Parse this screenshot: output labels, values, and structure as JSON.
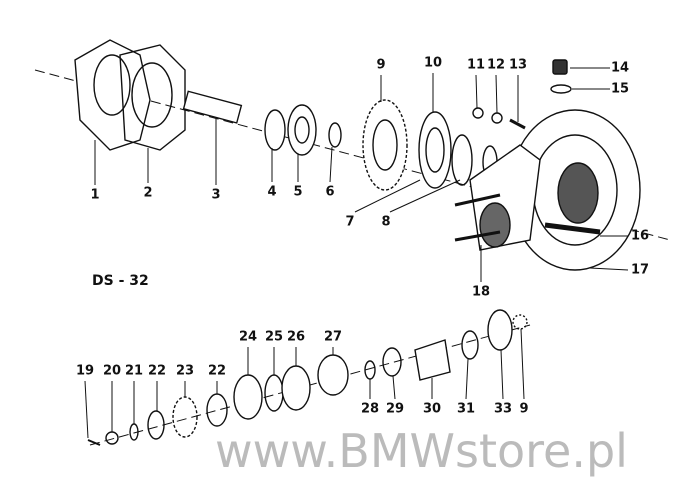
{
  "diagram_title": "DS - 32",
  "watermark": "www.BMWstore.pl",
  "upper_labels": [
    "1",
    "2",
    "3",
    "4",
    "5",
    "6",
    "7",
    "8",
    "9",
    "10",
    "11",
    "12",
    "13",
    "14",
    "15",
    "16",
    "17",
    "18"
  ],
  "lower_labels": [
    "19",
    "20",
    "21",
    "22",
    "23",
    "22",
    "24",
    "25",
    "26",
    "27",
    "28",
    "29",
    "30",
    "31",
    "33",
    "9"
  ]
}
